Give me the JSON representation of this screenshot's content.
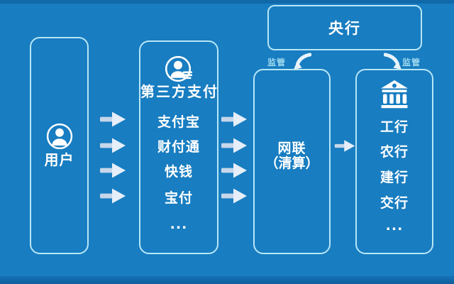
{
  "colors": {
    "background": "#187dc1",
    "background_top_strip": "#1169a9",
    "background_bottom_strip": "#0e5f9d",
    "box_border": "#b7e6f6",
    "text": "#ffffff",
    "supervision_text": "#9fd9f0",
    "flow_arrow_tail": "#c6d6ea",
    "flow_arrow_head": "#e5eef9",
    "supervision_arrow": "#e8f3fb",
    "icon": "#ffffff"
  },
  "central_bank": {
    "label": "央行"
  },
  "supervision": {
    "left": "监管",
    "right": "监管"
  },
  "user_column": {
    "label": "用户",
    "icon": "user-icon"
  },
  "third_party_column": {
    "title": "第三方支付",
    "icon": "user-payment-icon",
    "items": [
      "支付宝",
      "财付通",
      "快钱",
      "宝付",
      "..."
    ]
  },
  "nets_column": {
    "line1": "网联",
    "line2": "（清算）"
  },
  "bank_column": {
    "icon": "bank-icon",
    "items": [
      "工行",
      "农行",
      "建行",
      "交行",
      "..."
    ]
  }
}
